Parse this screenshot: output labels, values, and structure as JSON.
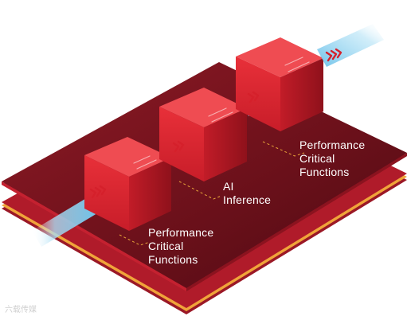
{
  "labels": {
    "perf_top": "Performance\nCritical\nFunctions",
    "ai": "AI\nInference",
    "perf_bottom": "Performance\nCritical\nFunctions"
  },
  "watermark": "六载传媒",
  "colors": {
    "board_top": "#7a1420",
    "board_dark": "#5a0d16",
    "board_edge": "#a3182a",
    "stripe": "#f0a43a",
    "cube_front": "#e02a34",
    "cube_side": "#b01a25",
    "cube_top": "#ef4a50",
    "tube": "#bfe6f7",
    "chevron": "#d5202b",
    "leader": "#e8a53a"
  }
}
